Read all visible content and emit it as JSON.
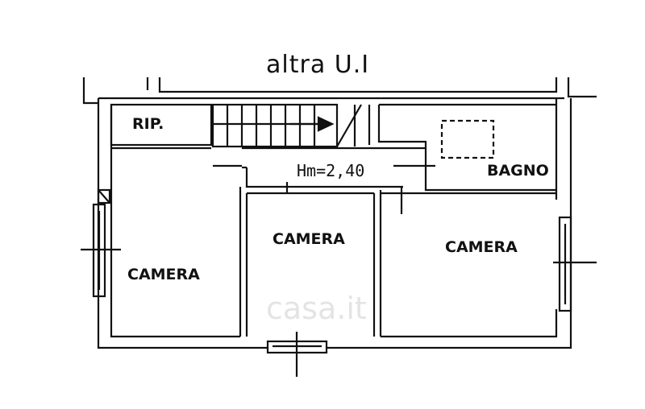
{
  "header": {
    "neighbor_label": "altra U.I"
  },
  "rooms": [
    {
      "id": "ripostiglio",
      "label": "RIP."
    },
    {
      "id": "bagno",
      "label": "BAGNO"
    },
    {
      "id": "camera-left",
      "label": "CAMERA"
    },
    {
      "id": "camera-center",
      "label": "CAMERA"
    },
    {
      "id": "camera-right",
      "label": "CAMERA"
    }
  ],
  "annotations": {
    "height": "Hm=2,40"
  },
  "watermark": {
    "text": "casa.it"
  }
}
